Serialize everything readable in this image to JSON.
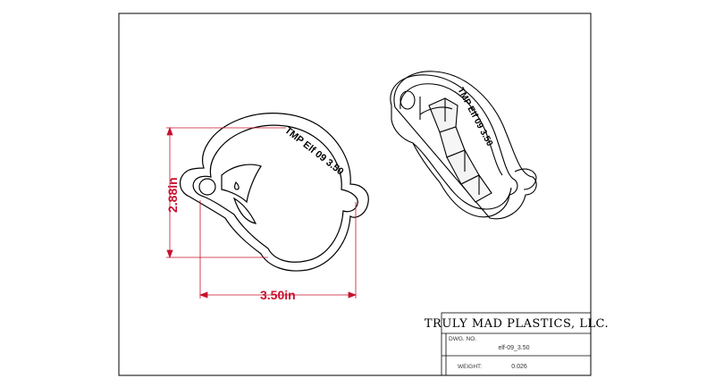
{
  "title_block": {
    "company": "TRULY MAD PLASTICS, LLC.",
    "dwg_no_label": "DWG. NO.",
    "dwg_no_value": "elf-09_3.50",
    "weight_label": "WEIGHT:",
    "weight_value": "0.026"
  },
  "dimensions": {
    "height": "2.88in",
    "width": "3.50in"
  },
  "engraving_text": "TMP Elf 09 3.50",
  "colors": {
    "dimension": "#c8102e",
    "line": "#000000"
  }
}
